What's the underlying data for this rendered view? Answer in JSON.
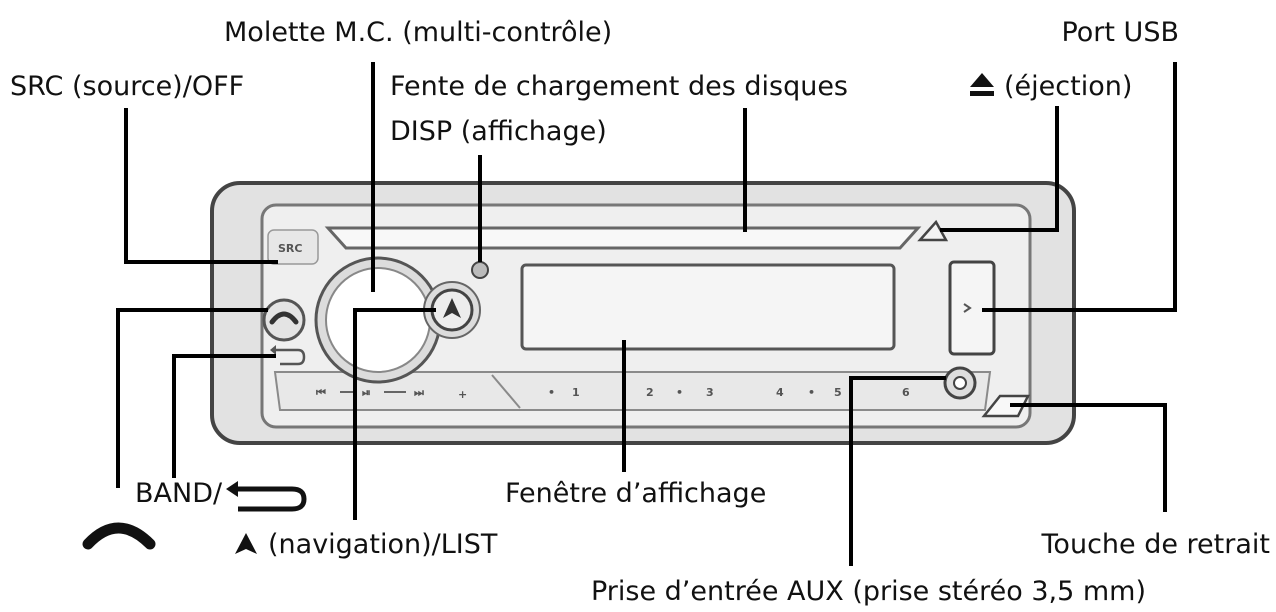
{
  "labels": {
    "multicontrol_dial": "Molette M.C. (multi-contrôle)",
    "usb_port": "Port USB",
    "src_off": "SRC (source)/OFF",
    "disc_slot": "Fente de chargement des disques",
    "eject": "(éjection)",
    "disp": "DISP (affichage)",
    "band": "BAND/",
    "navigation_list": "(navigation)/LIST",
    "display_window": "Fenêtre d’affichage",
    "detach_button": "Touche de retrait",
    "aux_jack": "Prise d’entrée AUX (prise stéréo 3,5 mm)"
  },
  "panel": {
    "src_text": "SRC",
    "presets": [
      "1",
      "2",
      "3",
      "4",
      "5",
      "6"
    ]
  },
  "icons": {
    "eject": "eject-icon",
    "back": "back-arrow-icon",
    "phone": "phone-handset-icon",
    "navigation": "navigation-arrow-icon",
    "prev": "previous-track-icon",
    "play_pause": "play-pause-icon",
    "next": "next-track-icon"
  }
}
